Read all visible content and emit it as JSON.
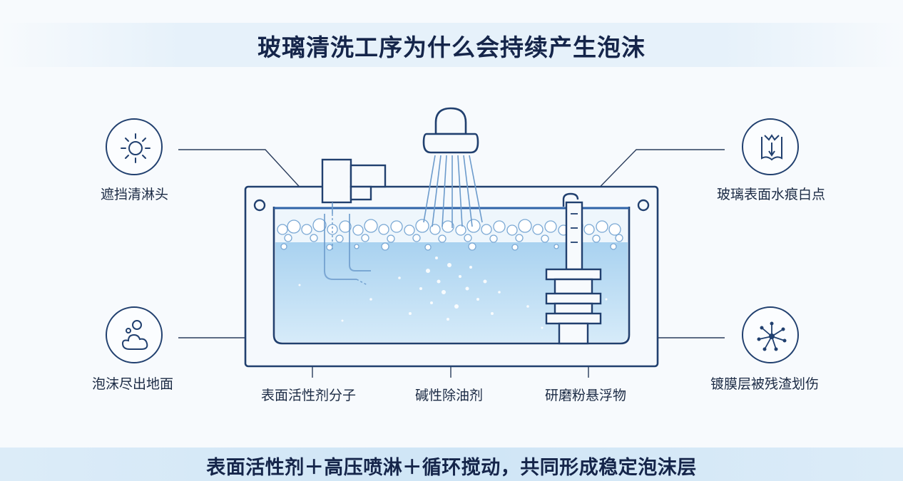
{
  "title": "玻璃清洗工序为什么会持续产生泡沫",
  "footer": "表面活性剂＋高压喷淋＋循环搅动，共同形成稳定泡沫层",
  "callouts": {
    "top_left": "遮挡清淋头",
    "bottom_left": "泡沫尽出地面",
    "top_right": "玻璃表面水痕白点",
    "bottom_right": "镀膜层被残渣划伤"
  },
  "bottom_labels": {
    "surfactant": "表面活性剂分子",
    "alkaline": "碱性除油剂",
    "abrasive": "研磨粉悬浮物"
  },
  "icons": {
    "top_left": "sun-icon",
    "bottom_left": "bubbles-icon",
    "top_right": "book-icon",
    "bottom_right": "molecule-icon"
  },
  "colors": {
    "outline": "#21406f",
    "water": "#bcdcf3",
    "title_text": "#15254a"
  }
}
